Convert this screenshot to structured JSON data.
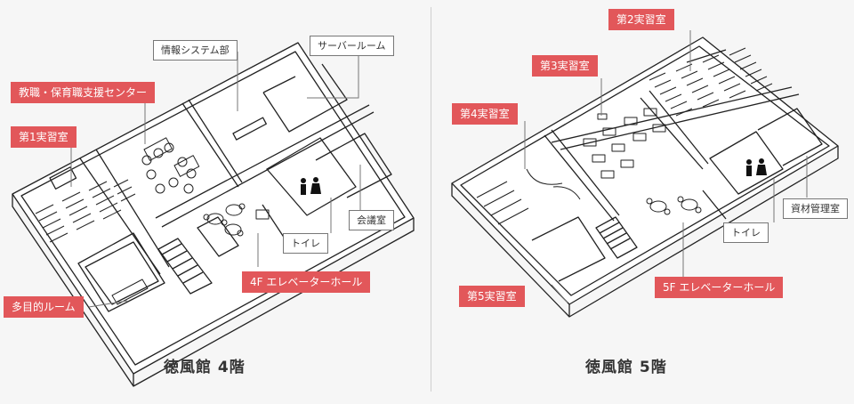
{
  "accent_color": "#e2575a",
  "floor4": {
    "title": "徳風館 4階",
    "labels": {
      "johou": "情報システム部",
      "server": "サーバールーム",
      "kyoushoku": "教職・保育職支援センター",
      "dai1": "第1実習室",
      "kaigi": "会議室",
      "toilet": "トイレ",
      "elevator": "4F エレベーターホール",
      "tamokuteki": "多目的ルーム"
    }
  },
  "floor5": {
    "title": "徳風館 5階",
    "labels": {
      "dai2": "第2実習室",
      "dai3": "第3実習室",
      "dai4": "第4実習室",
      "shizai": "資材管理室",
      "toilet": "トイレ",
      "elevator": "5F エレベーターホール",
      "dai5": "第5実習室"
    }
  }
}
